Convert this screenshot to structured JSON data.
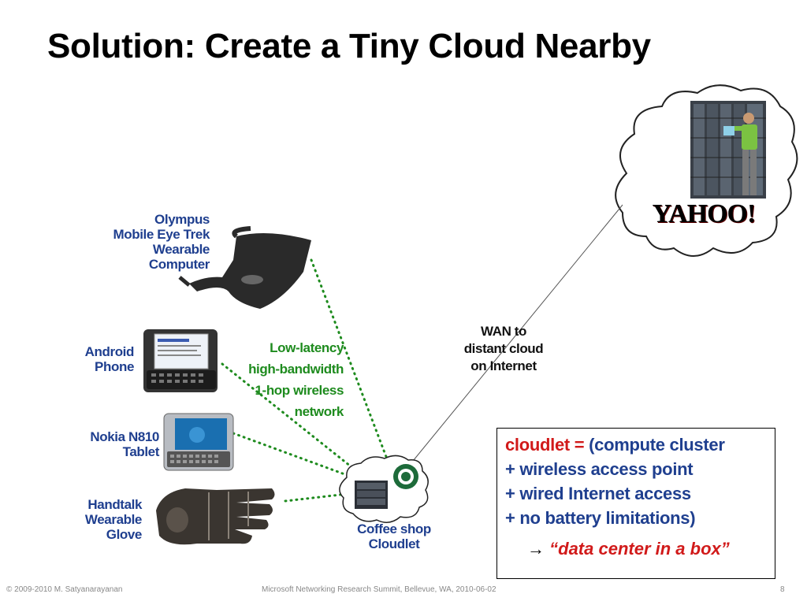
{
  "slide": {
    "title": "Solution: Create a Tiny Cloud Nearby",
    "devices": {
      "glasses": "Olympus\nMobile Eye Trek\nWearable\nComputer",
      "phone": "Android\nPhone",
      "tablet": "Nokia N810\nTablet",
      "glove": "Handtalk\nWearable\nGlove"
    },
    "wireless_label": "Low-latency\nhigh-bandwidth\n1-hop wireless\nnetwork",
    "wan_label": "WAN to\ndistant cloud\non Internet",
    "cloudlet_label": "Coffee shop\nCloudlet",
    "yahoo_logo": "YAHOO!",
    "cloud_icon": "server-cluster-icon",
    "definition": {
      "term": "cloudlet =",
      "line1": "(compute cluster",
      "line2": "+ wireless access point",
      "line3": "+ wired Internet access",
      "line4": "+ no battery limitations)",
      "arrow": "→",
      "quote": "“data center in a box”"
    },
    "footer": {
      "left": "© 2009-2010  M. Satyanarayanan",
      "center": "Microsoft Networking Research Summit, Bellevue, WA,  2010-06-02",
      "right": "8"
    },
    "colors": {
      "label_blue": "#1f3f8f",
      "wireless_green": "#1e8b1e",
      "accent_red": "#d11a1a"
    }
  }
}
